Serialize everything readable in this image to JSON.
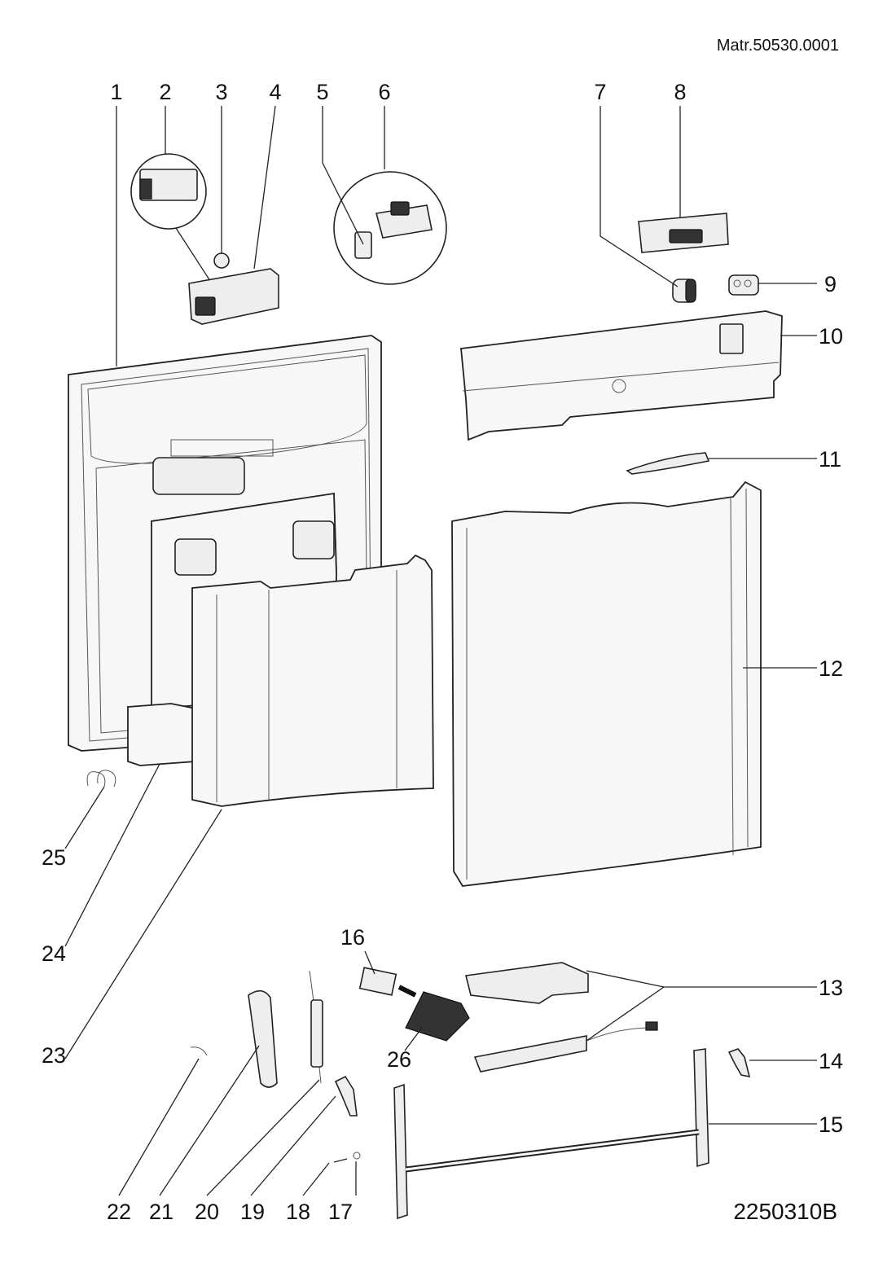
{
  "header": {
    "material_number": "Matr.50530.0001"
  },
  "footer": {
    "drawing_code": "2250310B"
  },
  "callouts": [
    "1",
    "2",
    "3",
    "4",
    "5",
    "6",
    "7",
    "8",
    "9",
    "10",
    "11",
    "12",
    "13",
    "14",
    "15",
    "16",
    "17",
    "18",
    "19",
    "20",
    "21",
    "22",
    "23",
    "24",
    "25",
    "26"
  ]
}
